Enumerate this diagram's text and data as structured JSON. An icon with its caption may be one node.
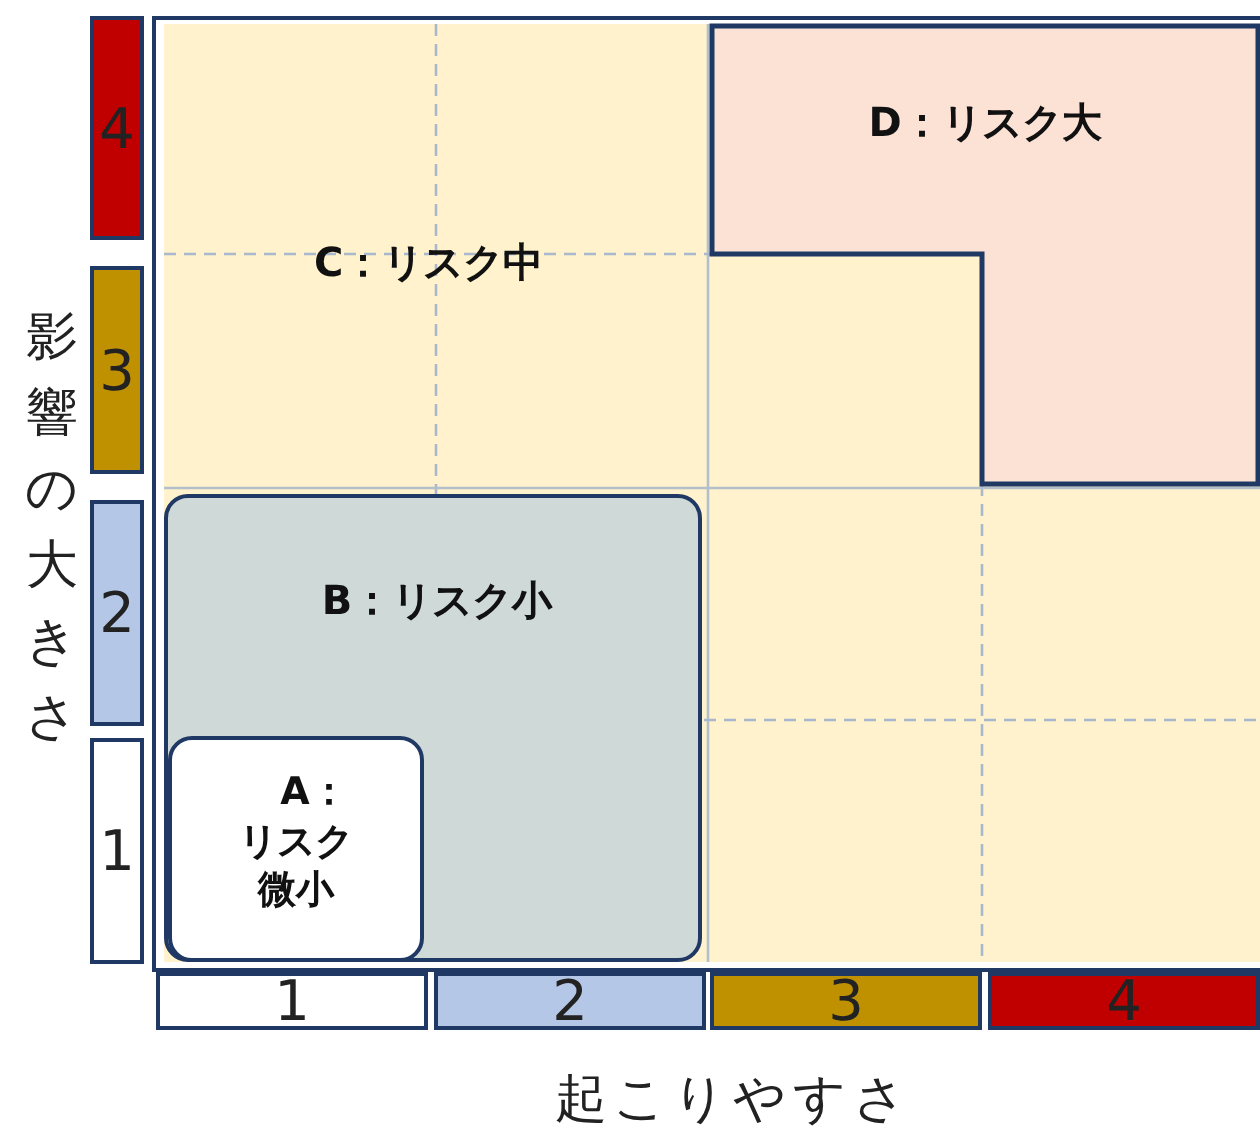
{
  "diagram": {
    "nodes": [
      {
        "text": [
          "C：リスク中"
        ]
      },
      {
        "text": [
          "D：リスク大"
        ],
        "in": 0
      },
      {
        "text": [
          "B：リスク小"
        ],
        "in": 0
      },
      {
        "text": [
          "A：リスク微小"
        ],
        "in": 2
      },
      {
        "text": [
          "4"
        ]
      },
      {
        "text": [
          "3"
        ]
      },
      {
        "text": [
          "2"
        ]
      },
      {
        "text": [
          "1"
        ]
      },
      {
        "text": [
          "1"
        ]
      },
      {
        "text": [
          "2"
        ]
      },
      {
        "text": [
          "3"
        ]
      },
      {
        "text": [
          "4"
        ]
      }
    ],
    "labels": [
      "影響の大きさ",
      "起こりやすさ"
    ]
  }
}
